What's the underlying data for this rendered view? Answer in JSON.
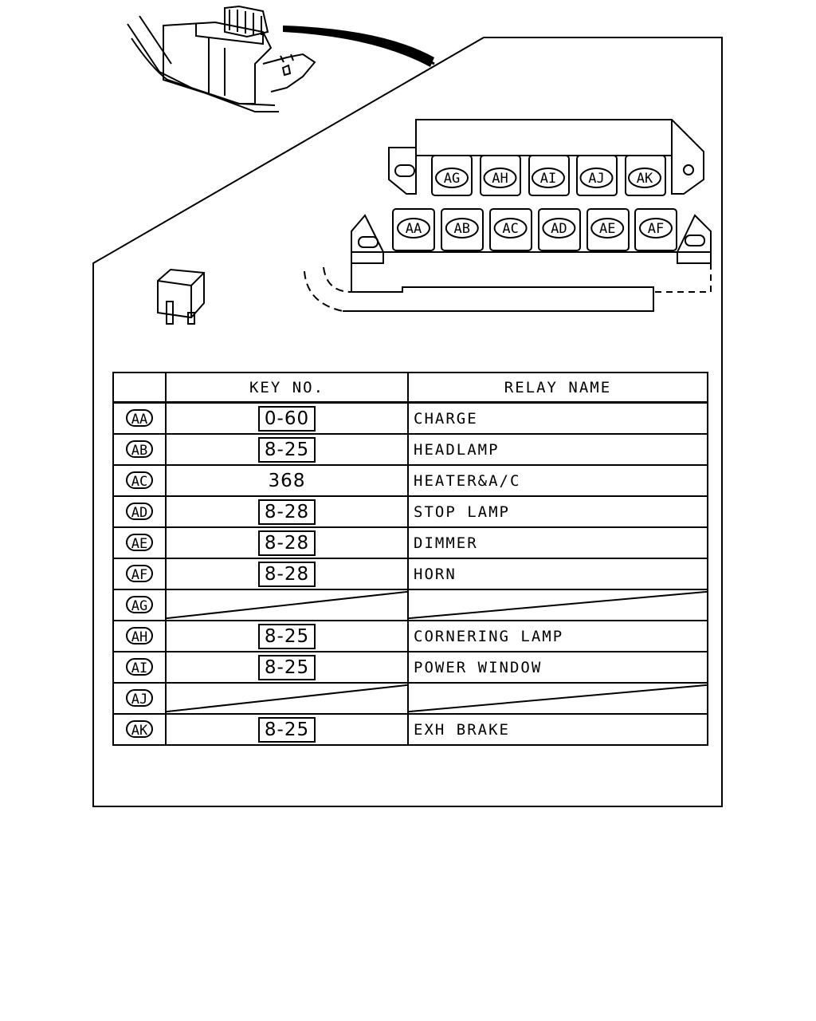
{
  "connector_labels": {
    "top_row": [
      "AG",
      "AH",
      "AI",
      "AJ",
      "AK"
    ],
    "bottom_row": [
      "AA",
      "AB",
      "AC",
      "AD",
      "AE",
      "AF"
    ]
  },
  "table": {
    "headers": {
      "code": "",
      "key_no": "KEY NO.",
      "relay_name": "RELAY NAME"
    },
    "rows": [
      {
        "code": "AA",
        "key_no": "0-60",
        "boxed": true,
        "relay_name": "CHARGE",
        "blank": false
      },
      {
        "code": "AB",
        "key_no": "8-25",
        "boxed": true,
        "relay_name": "HEADLAMP",
        "blank": false
      },
      {
        "code": "AC",
        "key_no": "368",
        "boxed": false,
        "relay_name": "HEATER&A/C",
        "blank": false
      },
      {
        "code": "AD",
        "key_no": "8-28",
        "boxed": true,
        "relay_name": "STOP LAMP",
        "blank": false
      },
      {
        "code": "AE",
        "key_no": "8-28",
        "boxed": true,
        "relay_name": "DIMMER",
        "blank": false
      },
      {
        "code": "AF",
        "key_no": "8-28",
        "boxed": true,
        "relay_name": "HORN",
        "blank": false
      },
      {
        "code": "AG",
        "key_no": "",
        "boxed": false,
        "relay_name": "",
        "blank": true
      },
      {
        "code": "AH",
        "key_no": "8-25",
        "boxed": true,
        "relay_name": "CORNERING LAMP",
        "blank": false
      },
      {
        "code": "AI",
        "key_no": "8-25",
        "boxed": true,
        "relay_name": "POWER WINDOW",
        "blank": false
      },
      {
        "code": "AJ",
        "key_no": "",
        "boxed": false,
        "relay_name": "",
        "blank": true
      },
      {
        "code": "AK",
        "key_no": "8-25",
        "boxed": true,
        "relay_name": "EXH BRAKE",
        "blank": false
      }
    ]
  }
}
